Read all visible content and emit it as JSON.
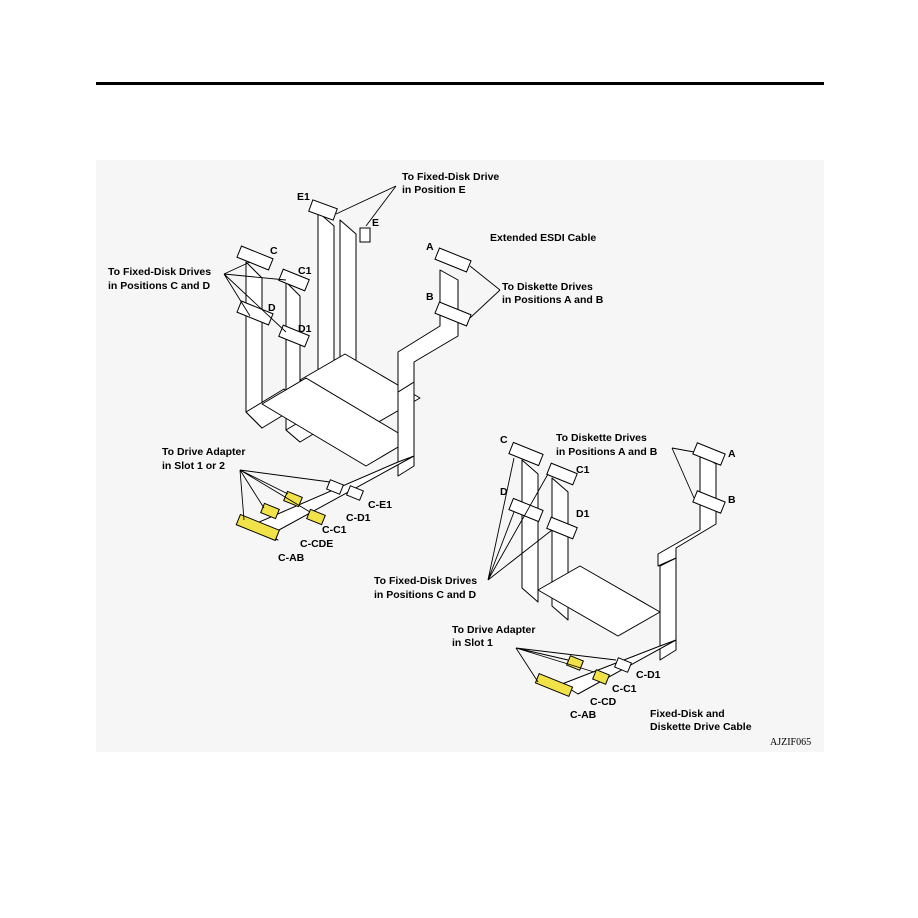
{
  "colors": {
    "accent_connector": "#f2e24a",
    "panel": "#f6f6f6",
    "line": "#000000"
  },
  "diagram1": {
    "title": "Extended ESDI Cable",
    "to_fixed_e": [
      "To Fixed-Disk Drive",
      "in Position E"
    ],
    "to_fixed_cd": [
      "To Fixed-Disk Drives",
      "in Positions C and D"
    ],
    "to_diskette": [
      "To Diskette Drives",
      "in Positions A and B"
    ],
    "to_adapter": [
      "To Drive Adapter",
      "in Slot 1 or 2"
    ],
    "conn_e1": "E1",
    "conn_e": "E",
    "conn_c": "C",
    "conn_c1": "C1",
    "conn_d": "D",
    "conn_d1": "D1",
    "conn_a": "A",
    "conn_b": "B",
    "plug_cab": "C-AB",
    "plug_ccde": "C-CDE",
    "plug_cc1": "C-C1",
    "plug_cd1": "C-D1",
    "plug_ce1": "C-E1"
  },
  "diagram2": {
    "title": [
      "Fixed-Disk and",
      "Diskette Drive Cable"
    ],
    "to_diskette": [
      "To Diskette Drives",
      "in Positions A and B"
    ],
    "to_fixed_cd": [
      "To Fixed-Disk Drives",
      "in Positions C and D"
    ],
    "to_adapter": [
      "To Drive Adapter",
      "in Slot 1"
    ],
    "conn_c": "C",
    "conn_c1": "C1",
    "conn_d": "D",
    "conn_d1": "D1",
    "conn_a": "A",
    "conn_b": "B",
    "plug_cab": "C-AB",
    "plug_ccd": "C-CD",
    "plug_cc1": "C-C1",
    "plug_cd1": "C-D1"
  },
  "figure_id": "AJZIF065"
}
